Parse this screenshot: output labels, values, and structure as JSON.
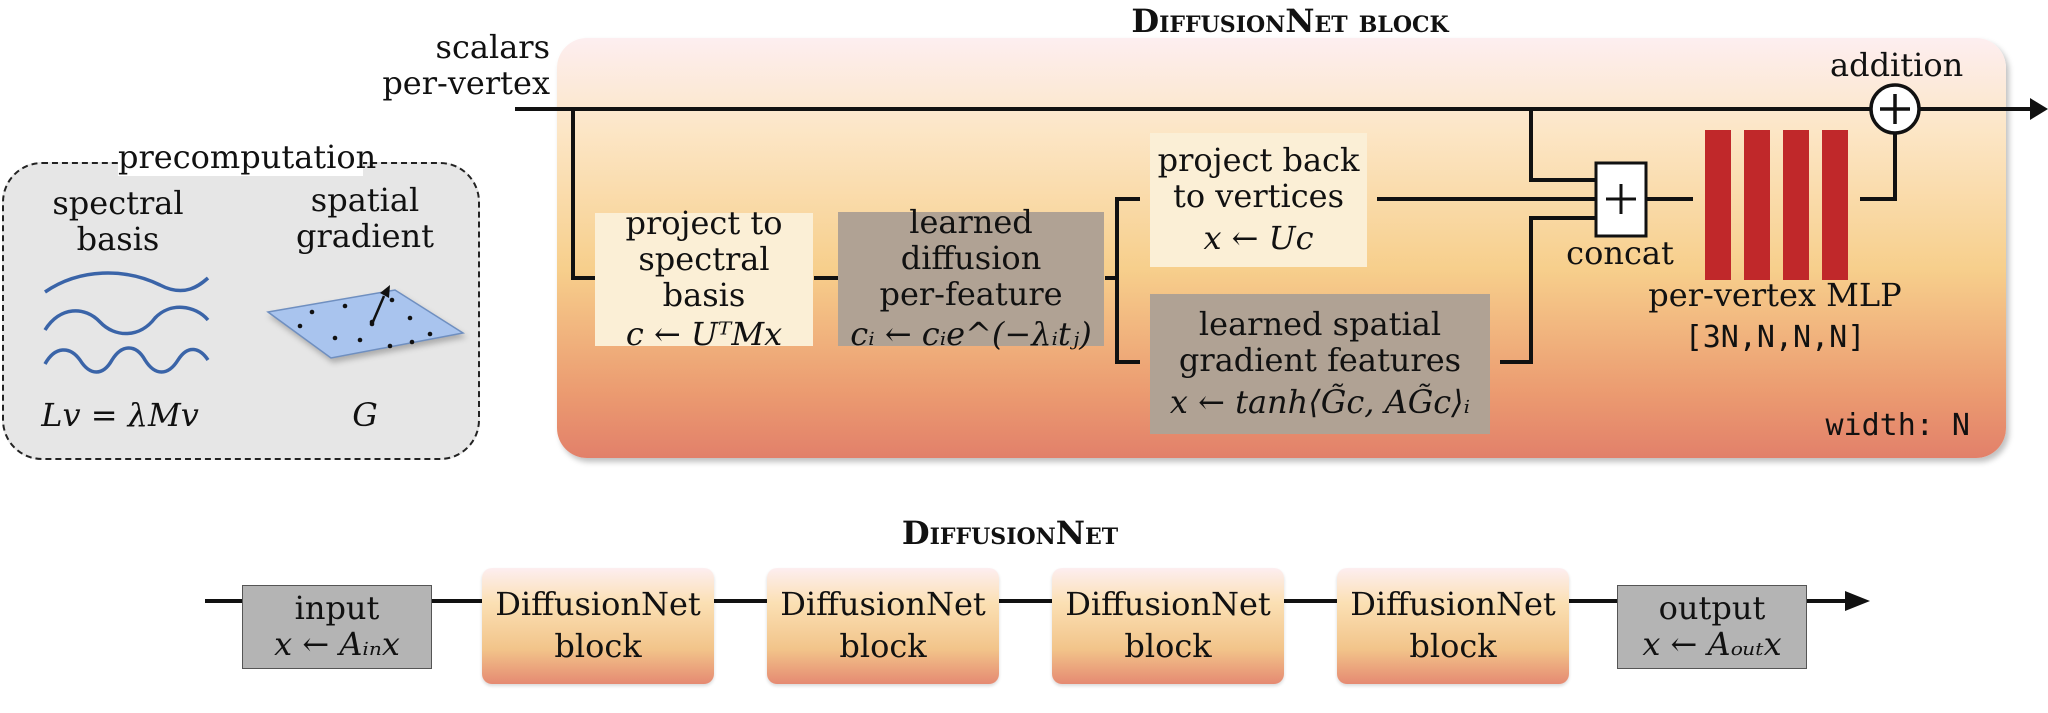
{
  "block": {
    "title": "DiffusionNet block",
    "scalars_label_line1": "scalars",
    "scalars_label_line2": "per-vertex",
    "addition_label": "addition",
    "concat_label": "concat",
    "width_label": "width: N",
    "project_to": {
      "line1": "project to",
      "line2": "spectral basis",
      "formula": "c ← UᵀMx"
    },
    "learned_diffusion": {
      "line1": "learned diffusion",
      "line2": "per-feature",
      "formula": "cᵢ ← cᵢe^(−λᵢtⱼ)"
    },
    "project_back": {
      "line1": "project back",
      "line2": "to vertices",
      "formula": "x ← Uc"
    },
    "spatial_gradient_features": {
      "line1": "learned spatial",
      "line2": "gradient features",
      "formula": "x ← tanh⟨G̃c, AG̃c⟩ᵢ"
    },
    "mlp": {
      "label": "per-vertex MLP",
      "dims": "[3N,N,N,N]"
    }
  },
  "precomputation": {
    "title": "precomputation",
    "spectral": {
      "line1": "spectral",
      "line2": "basis",
      "formula": "Lv = λMv"
    },
    "gradient": {
      "line1": "spatial",
      "line2": "gradient",
      "formula": "G"
    }
  },
  "network": {
    "title": "DiffusionNet",
    "input": {
      "label": "input",
      "formula": "x ← Aᵢₙx"
    },
    "blocks": [
      {
        "line1": "DiffusionNet",
        "line2": "block"
      },
      {
        "line1": "DiffusionNet",
        "line2": "block"
      },
      {
        "line1": "DiffusionNet",
        "line2": "block"
      },
      {
        "line1": "DiffusionNet",
        "line2": "block"
      }
    ],
    "output": {
      "label": "output",
      "formula": "x ← Aₒᵤₜx"
    }
  },
  "colors": {
    "mlp_bar": "#c0282a",
    "wave": "#3a64a8",
    "plane": "#a9c4ee"
  }
}
